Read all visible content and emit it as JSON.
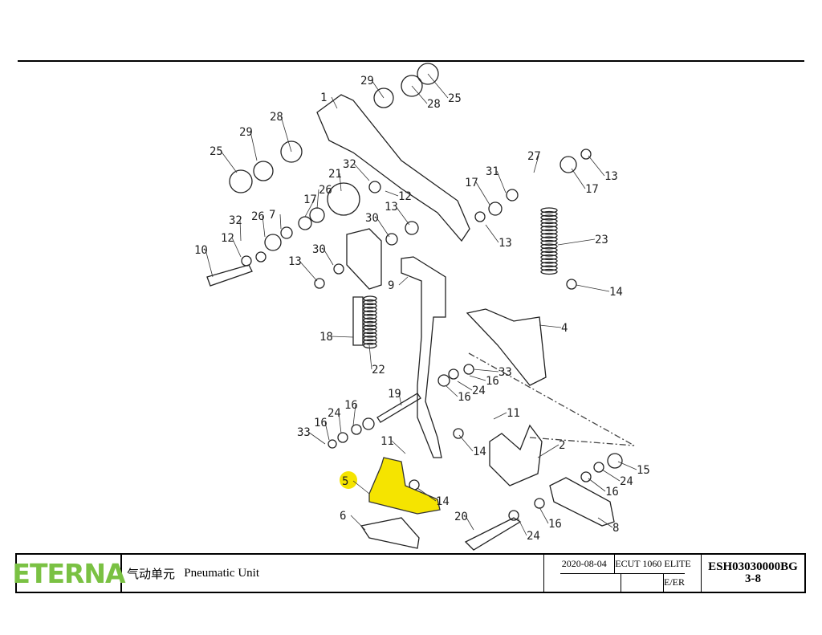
{
  "diagram": {
    "callouts": [
      "29",
      "28",
      "25",
      "1",
      "28",
      "29",
      "25",
      "32",
      "21",
      "12",
      "26",
      "17",
      "13",
      "30",
      "32",
      "26",
      "7",
      "12",
      "10",
      "13",
      "30",
      "27",
      "31",
      "17",
      "17",
      "13",
      "13",
      "23",
      "14",
      "9",
      "4",
      "18",
      "22",
      "33",
      "16",
      "24",
      "16",
      "19",
      "16",
      "24",
      "16",
      "33",
      "11",
      "11",
      "14",
      "2",
      "15",
      "24",
      "16",
      "5",
      "14",
      "6",
      "20",
      "16",
      "24",
      "8"
    ],
    "highlighted_part": "5",
    "highlight_color": "#f5e400"
  },
  "title_block": {
    "logo": "ETERNA",
    "title_cn": "气动单元",
    "title_en": "Pneumatic Unit",
    "date": "2020-08-04",
    "model": "ECUT 1060 ELITE",
    "revision": "E/ER",
    "drawing_code": "ESH03030000BG",
    "page": "3-8"
  }
}
